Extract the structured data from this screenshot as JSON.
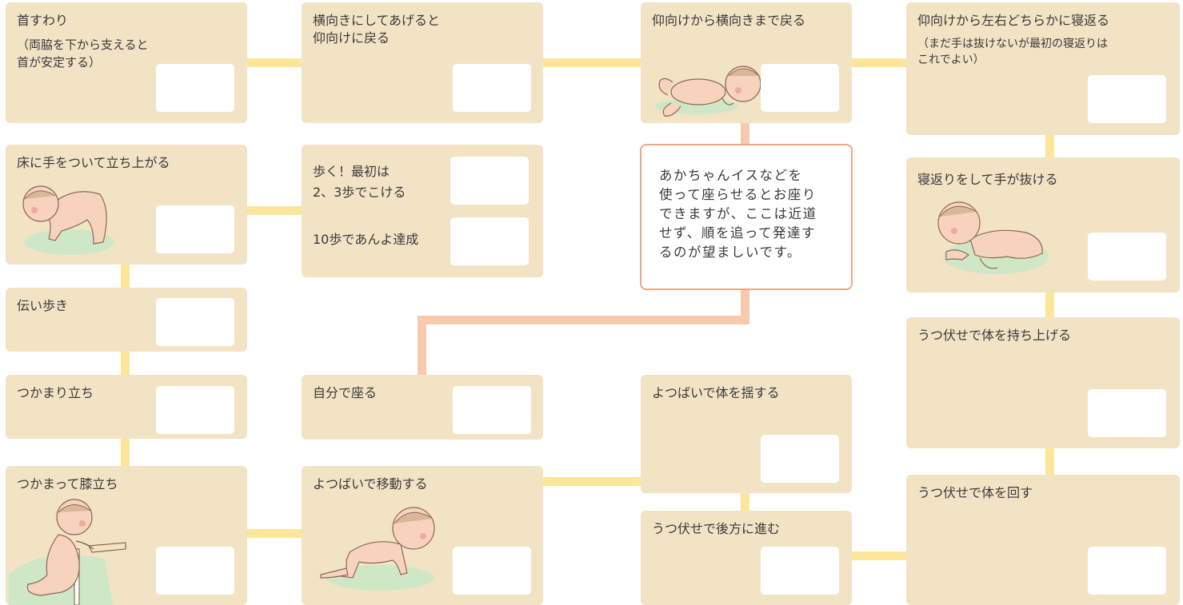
{
  "milestones": {
    "neck_control": {
      "label": "首すわり",
      "note": "（両脇を下から支えると\n  首が安定する）"
    },
    "side_to_back": {
      "label": "横向きにしてあげると\n仰向けに戻る"
    },
    "back_to_side": {
      "label": "仰向けから横向きまで戻る"
    },
    "roll_over": {
      "label": "仰向けから左右どちらかに寝返る",
      "note": "（まだ手は抜けないが最初の寝返りは\n  これでよい）"
    },
    "stand_up_floor": {
      "label": "床に手をついて立ち上がる"
    },
    "walk": {
      "label": "歩く！最初は\n2、3歩でこける",
      "label2": "10歩であんよ達成"
    },
    "roll_free_hands": {
      "label": "寝返りをして手が抜ける"
    },
    "cruising": {
      "label": "伝い歩き"
    },
    "lift_body_prone": {
      "label": "うつ伏せで体を持ち上げる"
    },
    "pull_to_stand": {
      "label": "つかまり立ち"
    },
    "sit_alone": {
      "label": "自分で座る"
    },
    "rock_on_all_fours": {
      "label": "よつばいで体を揺する"
    },
    "pull_to_kneel": {
      "label": "つかまって膝立ち"
    },
    "crawl": {
      "label": "よつばいで移動する"
    },
    "pivot_prone": {
      "label": "うつ伏せで体を回す"
    },
    "creep_backward": {
      "label": "うつ伏せで後方に進む"
    }
  },
  "callout": {
    "text": "あかちゃんイスなどを\n使って座らせるとお座り\nできますが、ここは近道\nせず、順を追って発達す\nるのが望ましいです。"
  },
  "colors": {
    "card": "#f2e3c5",
    "connector": "#fbe69a",
    "callout_border": "#eda886",
    "callout_connector": "#f7c9ad",
    "skin": "#f7d3bd",
    "mat": "#cfe7c6"
  },
  "illustrations": [
    "baby-on-side",
    "baby-standing-up-from-floor",
    "baby-rolling-over",
    "baby-kneeling-at-table",
    "baby-crawling"
  ]
}
